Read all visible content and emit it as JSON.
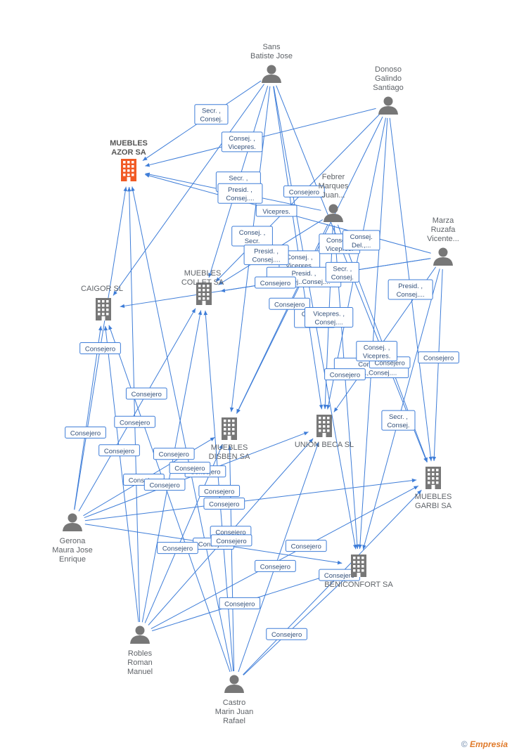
{
  "colors": {
    "edge": "#3e7dd8",
    "person": "#777777",
    "company": "#777777",
    "main_company": "#f15a24"
  },
  "nodes": [
    {
      "id": "sans",
      "type": "person",
      "label": [
        "Sans",
        "Batiste Jose"
      ]
    },
    {
      "id": "donoso",
      "type": "person",
      "label": [
        "Donoso",
        "Galindo",
        "Santiago"
      ]
    },
    {
      "id": "azor",
      "type": "company",
      "main": true,
      "label": [
        "MUEBLES",
        "AZOR SA"
      ]
    },
    {
      "id": "febrer",
      "type": "person",
      "label": [
        "Febrer",
        "Marques",
        "Juan..."
      ]
    },
    {
      "id": "marza",
      "type": "person",
      "label": [
        "Marza",
        "Ruzafa",
        "Vicente..."
      ]
    },
    {
      "id": "collet",
      "type": "company",
      "label": [
        "MUEBLES",
        "COLLET SA"
      ]
    },
    {
      "id": "caigor",
      "type": "company",
      "label": [
        "CAIGOR SL"
      ]
    },
    {
      "id": "disben",
      "type": "company",
      "label": [
        "MUEBLES",
        "DISBEN SA"
      ]
    },
    {
      "id": "unionbeca",
      "type": "company",
      "label": [
        "UNION BECA SL"
      ]
    },
    {
      "id": "garbi",
      "type": "company",
      "label": [
        "MUEBLES",
        "GARBI SA"
      ]
    },
    {
      "id": "gerona",
      "type": "person",
      "label": [
        "Gerona",
        "Maura Jose",
        "Enrique"
      ]
    },
    {
      "id": "beniconfort",
      "type": "company",
      "label": [
        "BENICONFORT SA"
      ]
    },
    {
      "id": "robles",
      "type": "person",
      "label": [
        "Robles",
        "Roman",
        "Manuel"
      ]
    },
    {
      "id": "castro",
      "type": "person",
      "label": [
        "Castro",
        "Marin Juan",
        "Rafael"
      ]
    }
  ],
  "edges": [
    {
      "from": "sans",
      "to": "azor",
      "label": [
        "Secr. ,",
        "Consej."
      ]
    },
    {
      "from": "sans",
      "to": "collet",
      "label": [
        "Secr. ,",
        "Consej...."
      ]
    },
    {
      "from": "sans",
      "to": "caigor",
      "label": []
    },
    {
      "from": "sans",
      "to": "disben",
      "label": [
        "Consej. ,",
        "Secr."
      ]
    },
    {
      "from": "sans",
      "to": "unionbeca",
      "label": [
        "Consej. ,",
        "Vicepres."
      ]
    },
    {
      "from": "sans",
      "to": "garbi",
      "label": [
        "Consej. ,",
        "Vicepres."
      ]
    },
    {
      "from": "sans",
      "to": "beniconfort",
      "label": [
        "Consej. ,",
        "Secr."
      ]
    },
    {
      "from": "donoso",
      "to": "azor",
      "label": [
        "Consej. ,",
        "Vicepres."
      ]
    },
    {
      "from": "donoso",
      "to": "collet",
      "label": [
        "Consejero"
      ]
    },
    {
      "from": "donoso",
      "to": "disben",
      "label": [
        "Presid. ,",
        "Consej..Consej...."
      ]
    },
    {
      "from": "donoso",
      "to": "unionbeca",
      "label": [
        "Consej.",
        "Del.,..."
      ]
    },
    {
      "from": "donoso",
      "to": "garbi",
      "label": [
        "Presid. ,",
        "Consej...."
      ]
    },
    {
      "from": "donoso",
      "to": "beniconfort",
      "label": [
        "Consej. ,",
        "Presid.,Consej...."
      ]
    },
    {
      "from": "febrer",
      "to": "azor",
      "label": [
        "Presid. ,",
        "Consej...."
      ]
    },
    {
      "from": "febrer",
      "to": "collet",
      "label": [
        "Presid. ,",
        "Consej...."
      ]
    },
    {
      "from": "febrer",
      "to": "disben",
      "label": [
        "Consejero"
      ]
    },
    {
      "from": "febrer",
      "to": "unionbeca",
      "label": [
        "Vicepres. ,",
        "Consej...."
      ]
    },
    {
      "from": "febrer",
      "to": "garbi",
      "label": [
        "Consejero"
      ]
    },
    {
      "from": "febrer",
      "to": "beniconfort",
      "label": [
        "Consejero"
      ]
    },
    {
      "from": "marza",
      "to": "azor",
      "label": [
        "Vicepres."
      ]
    },
    {
      "from": "marza",
      "to": "collet",
      "label": [
        "Secr. ,",
        "Consej."
      ]
    },
    {
      "from": "marza",
      "to": "caigor",
      "label": [
        "Consejero"
      ]
    },
    {
      "from": "marza",
      "to": "unionbeca",
      "label": [
        "Consej. ,",
        "Vicepres."
      ]
    },
    {
      "from": "marza",
      "to": "garbi",
      "label": [
        "Consejero"
      ]
    },
    {
      "from": "marza",
      "to": "beniconfort",
      "label": [
        "Secr. ,",
        "Consej."
      ]
    },
    {
      "from": "gerona",
      "to": "caigor",
      "label": [
        "Consejero"
      ]
    },
    {
      "from": "gerona",
      "to": "azor",
      "label": [
        "Consejero"
      ]
    },
    {
      "from": "gerona",
      "to": "collet",
      "label": [
        "Consejero"
      ]
    },
    {
      "from": "gerona",
      "to": "disben",
      "label": [
        "Consejero"
      ]
    },
    {
      "from": "gerona",
      "to": "unionbeca",
      "label": [
        "Consejero"
      ]
    },
    {
      "from": "gerona",
      "to": "garbi",
      "label": [
        "Consejero"
      ]
    },
    {
      "from": "gerona",
      "to": "beniconfort",
      "label": [
        "Consejero"
      ]
    },
    {
      "from": "robles",
      "to": "caigor",
      "label": [
        "Consejero"
      ]
    },
    {
      "from": "robles",
      "to": "azor",
      "label": [
        "Consejero"
      ]
    },
    {
      "from": "robles",
      "to": "collet",
      "label": [
        "Consejero"
      ]
    },
    {
      "from": "robles",
      "to": "disben",
      "label": [
        "Consejero"
      ]
    },
    {
      "from": "robles",
      "to": "unionbeca",
      "label": [
        "Consejero"
      ]
    },
    {
      "from": "robles",
      "to": "garbi",
      "label": [
        "Consejero"
      ]
    },
    {
      "from": "robles",
      "to": "beniconfort",
      "label": [
        "Consejero"
      ]
    },
    {
      "from": "castro",
      "to": "caigor",
      "label": [
        "Consejero"
      ]
    },
    {
      "from": "castro",
      "to": "azor",
      "label": [
        "Consejero"
      ]
    },
    {
      "from": "castro",
      "to": "collet",
      "label": [
        "Consejero"
      ]
    },
    {
      "from": "castro",
      "to": "disben",
      "label": [
        "Consejero"
      ]
    },
    {
      "from": "castro",
      "to": "unionbeca",
      "label": [
        "Consejero"
      ]
    },
    {
      "from": "castro",
      "to": "garbi",
      "label": [
        "Consejero"
      ]
    },
    {
      "from": "castro",
      "to": "beniconfort",
      "label": [
        "Consejero"
      ]
    }
  ],
  "footer": {
    "copyright": "©",
    "brand": "Empresia"
  }
}
